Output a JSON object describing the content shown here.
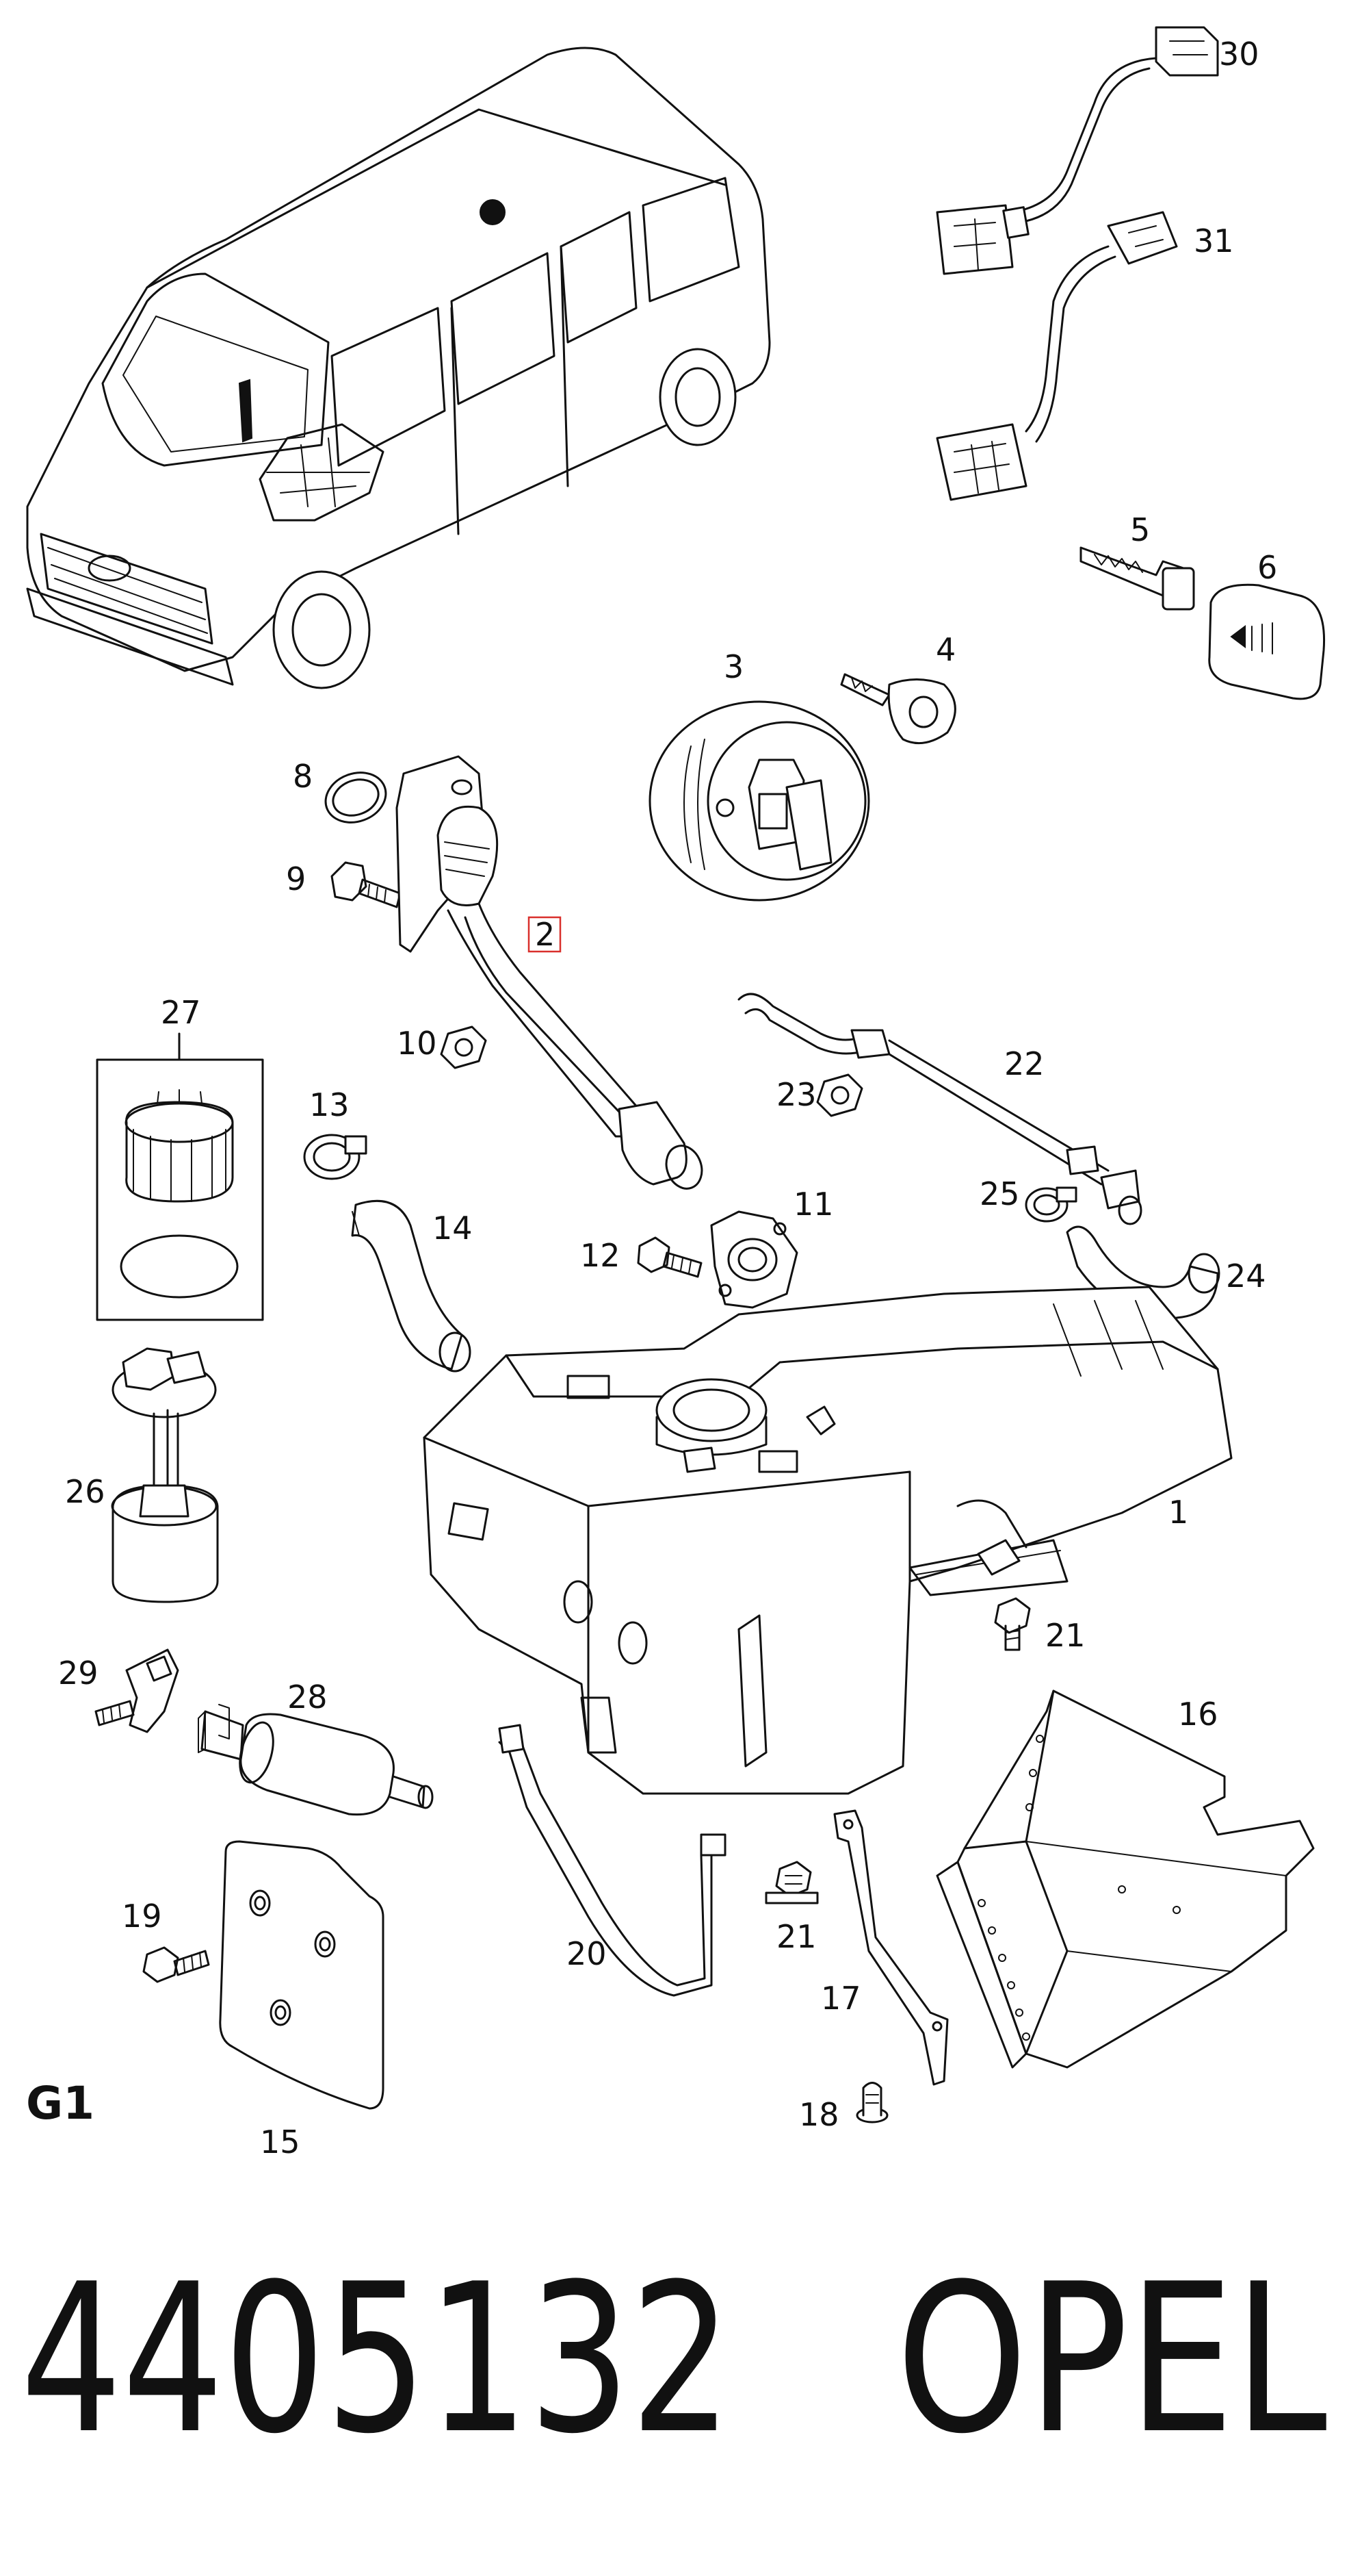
{
  "diagram": {
    "section_label": "G1",
    "highlighted_callout": "2",
    "highlight_color": "#d9302c",
    "callouts": [
      {
        "id": "c1",
        "label": "1"
      },
      {
        "id": "c2",
        "label": "2"
      },
      {
        "id": "c3",
        "label": "3"
      },
      {
        "id": "c4",
        "label": "4"
      },
      {
        "id": "c5",
        "label": "5"
      },
      {
        "id": "c6",
        "label": "6"
      },
      {
        "id": "c8",
        "label": "8"
      },
      {
        "id": "c9",
        "label": "9"
      },
      {
        "id": "c10",
        "label": "10"
      },
      {
        "id": "c11",
        "label": "11"
      },
      {
        "id": "c12",
        "label": "12"
      },
      {
        "id": "c13",
        "label": "13"
      },
      {
        "id": "c14",
        "label": "14"
      },
      {
        "id": "c15",
        "label": "15"
      },
      {
        "id": "c16",
        "label": "16"
      },
      {
        "id": "c17",
        "label": "17"
      },
      {
        "id": "c18",
        "label": "18"
      },
      {
        "id": "c19",
        "label": "19"
      },
      {
        "id": "c20",
        "label": "20"
      },
      {
        "id": "c21a",
        "label": "21"
      },
      {
        "id": "c21b",
        "label": "21"
      },
      {
        "id": "c22",
        "label": "22"
      },
      {
        "id": "c23",
        "label": "23"
      },
      {
        "id": "c24",
        "label": "24"
      },
      {
        "id": "c25",
        "label": "25"
      },
      {
        "id": "c26",
        "label": "26"
      },
      {
        "id": "c27",
        "label": "27"
      },
      {
        "id": "c28",
        "label": "28"
      },
      {
        "id": "c29",
        "label": "29"
      },
      {
        "id": "c30",
        "label": "30"
      },
      {
        "id": "c31",
        "label": "31"
      }
    ]
  },
  "footer": {
    "part_number": "4405132",
    "brand": "OPEL"
  }
}
